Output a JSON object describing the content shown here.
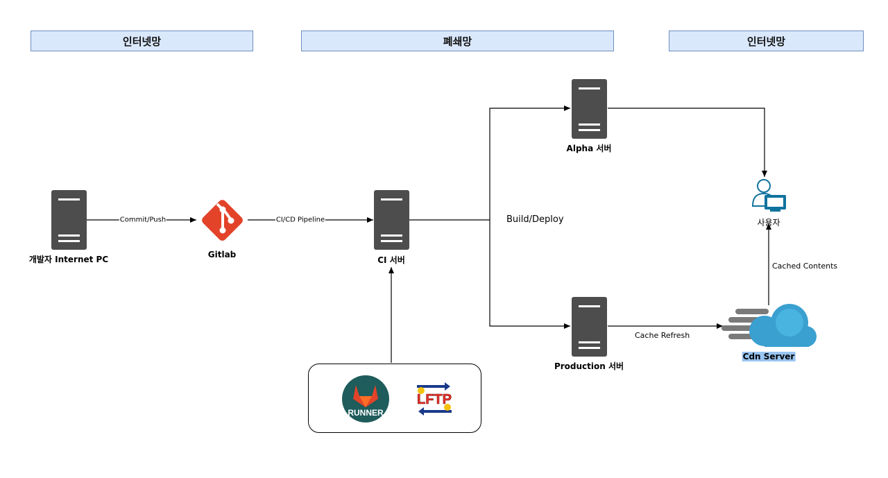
{
  "zones": {
    "left": "인터넷망",
    "middle": "폐쇄망",
    "right": "인터넷망"
  },
  "nodes": {
    "dev_pc": "개발자 Internet PC",
    "gitlab": "Gitlab",
    "ci_server": "CI 서버",
    "alpha_server": "Alpha 서버",
    "production_server": "Production 서버",
    "user": "사용자",
    "cdn_server": "Cdn Server"
  },
  "edges": {
    "commit_push": "Commit/Push",
    "ci_cd_pipeline": "CI/CD Pipeline",
    "build_deploy": "Build/Deploy",
    "cache_refresh": "Cache Refresh",
    "cached_contents": "Cached Contents"
  },
  "tools": {
    "runner": "RUNNER",
    "lftp": "LFTP"
  },
  "colors": {
    "zone_fill": "#dae8fc",
    "zone_border": "#6c8ebf",
    "server": "#4d4d4d",
    "gitlab": "#e24329",
    "runner_bg": "#1f5c5c",
    "cdn": "#3aa0d0",
    "user_icon": "#10739e",
    "lftp_red": "#e8312a"
  }
}
